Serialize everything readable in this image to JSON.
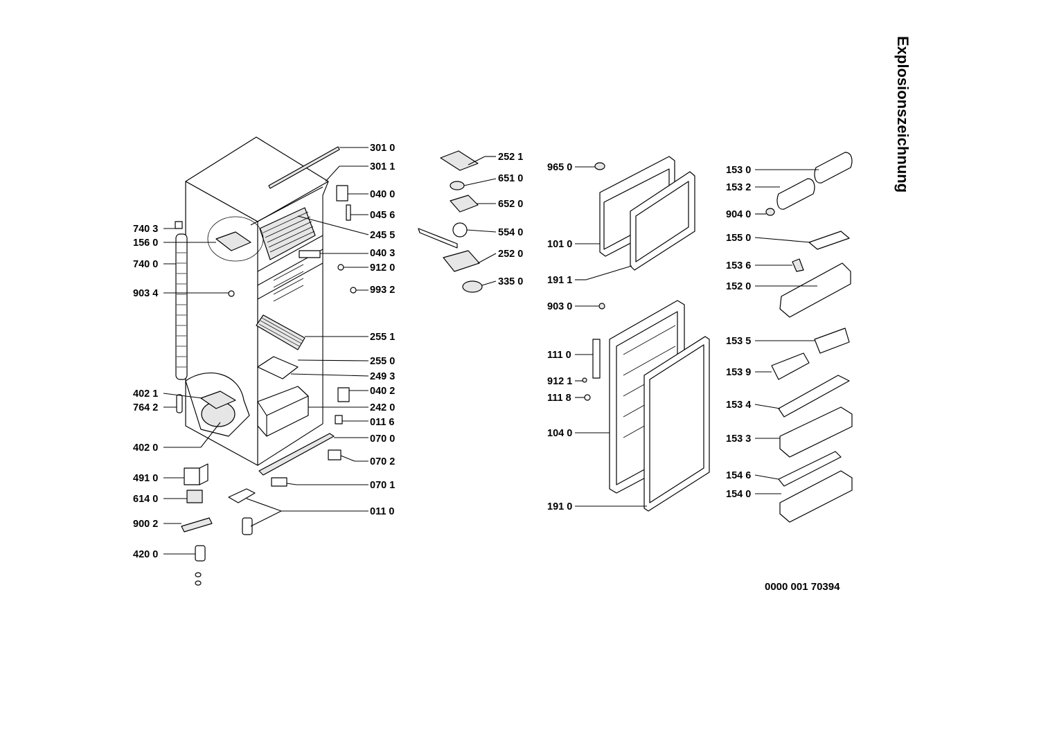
{
  "title": "Explosionszeichnung",
  "document_number": "0000 001 70394",
  "part_labels": {
    "p3010": "301 0",
    "p3011": "301 1",
    "p0400": "040 0",
    "p0456": "045 6",
    "p7403": "740 3",
    "p2455": "245 5",
    "p1560": "156 0",
    "p0403": "040 3",
    "p7400": "740 0",
    "p9120": "912 0",
    "p9034": "903 4",
    "p9932": "993 2",
    "p2551": "255 1",
    "p2550": "255 0",
    "p2493": "249 3",
    "p4021": "402 1",
    "p0402": "040 2",
    "p7642": "764 2",
    "p2420": "242 0",
    "p0116": "011 6",
    "p4020": "402 0",
    "p0700": "070 0",
    "p0702": "070 2",
    "p4910": "491 0",
    "p0701": "070 1",
    "p6140": "614 0",
    "p0110": "011 0",
    "p9002": "900 2",
    "p4200": "420 0",
    "p2521": "252 1",
    "p6510": "651 0",
    "p6520": "652 0",
    "p5540": "554 0",
    "p2520": "252 0",
    "p3350": "335 0",
    "p9650": "965 0",
    "p1010": "101 0",
    "p1911": "191 1",
    "p9030": "903 0",
    "p1110": "111 0",
    "p9121": "912 1",
    "p1118": "111 8",
    "p1040": "104 0",
    "p1910": "191 0",
    "p1530": "153 0",
    "p1532": "153 2",
    "p9040": "904 0",
    "p1550": "155 0",
    "p1536": "153 6",
    "p1520": "152 0",
    "p1535": "153 5",
    "p1539": "153 9",
    "p1534": "153 4",
    "p1533": "153 3",
    "p1546": "154 6",
    "p1540": "154 0"
  }
}
